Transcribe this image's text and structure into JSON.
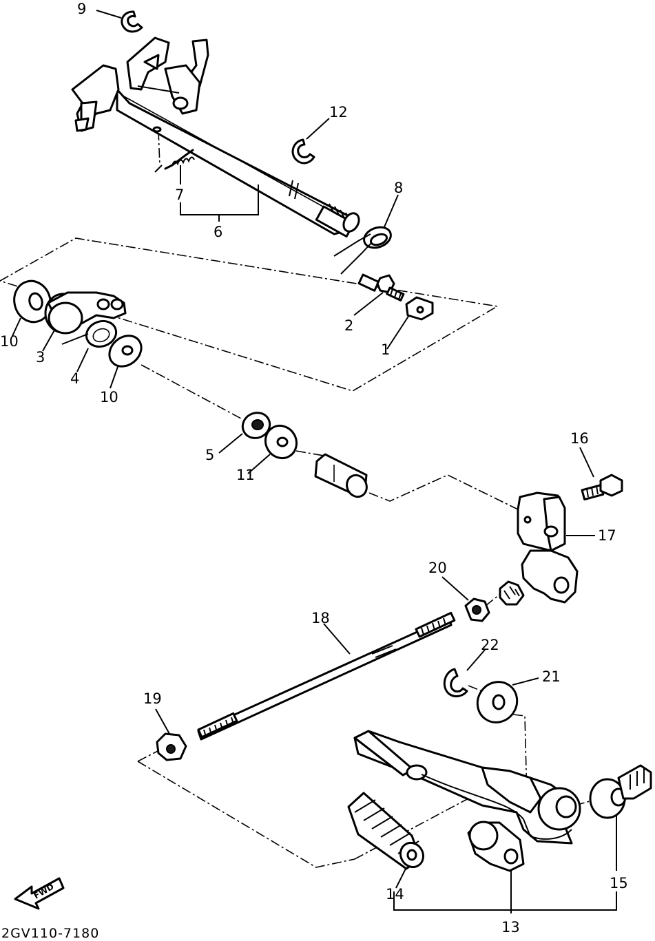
{
  "diagram": {
    "code": "2GV110-7180",
    "direction_badge": "FWD",
    "labels": [
      "1",
      "2",
      "3",
      "4",
      "5",
      "6",
      "7",
      "8",
      "9",
      "10",
      "10",
      "11",
      "12",
      "13",
      "14",
      "15",
      "16",
      "17",
      "18",
      "19",
      "20",
      "21",
      "22"
    ]
  }
}
